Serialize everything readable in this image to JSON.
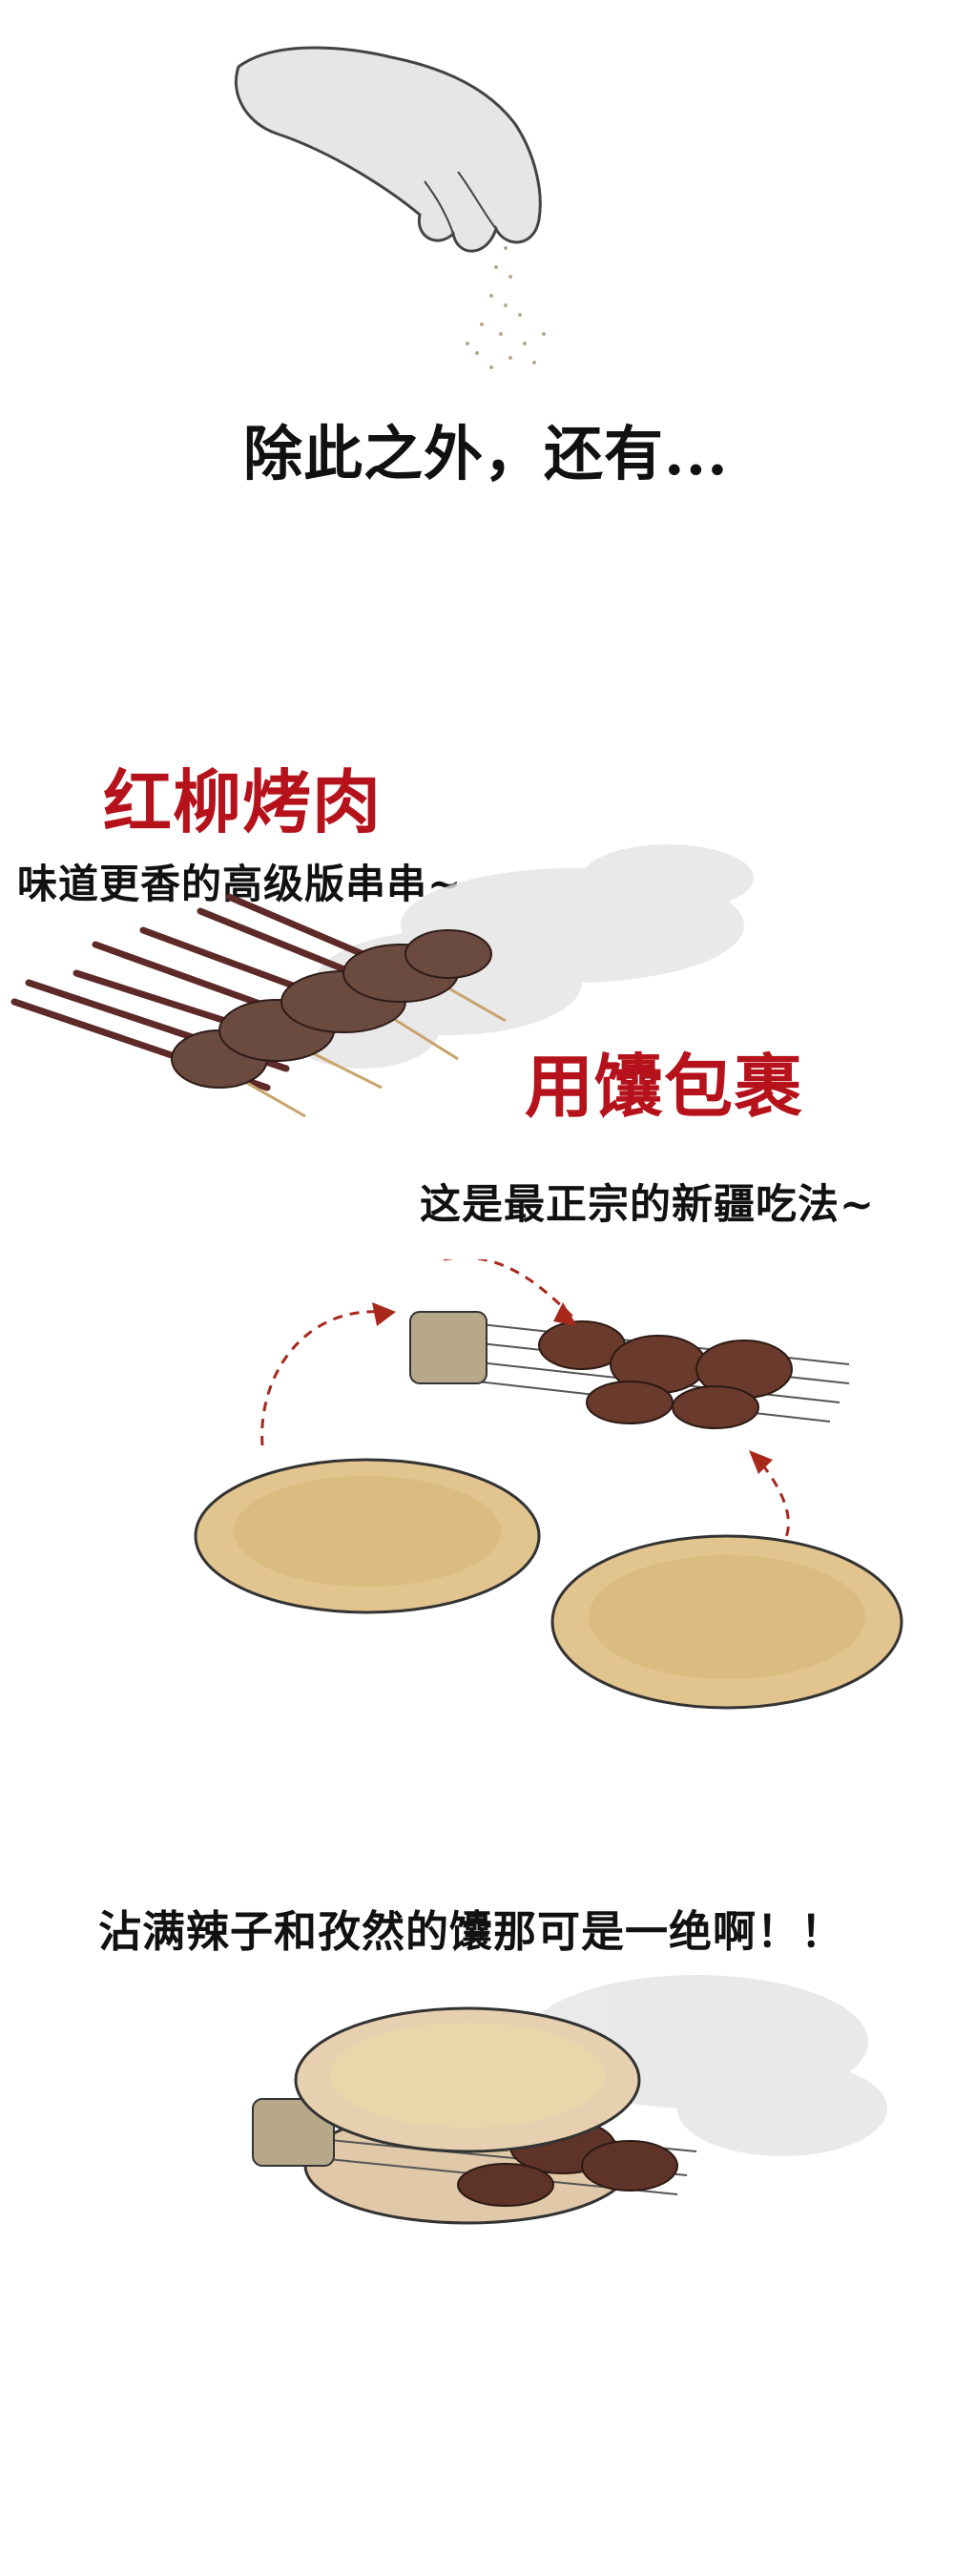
{
  "intro": {
    "text": "除此之外，还有..."
  },
  "sections": [
    {
      "title": "红柳烤肉",
      "subtitle": "味道更香的高级版串串~"
    },
    {
      "title": "用馕包裹",
      "subtitle": "这是最正宗的新疆吃法~"
    }
  ],
  "closing": {
    "text": "沾满辣子和孜然的馕那可是一绝啊！！"
  },
  "colors": {
    "accent": "#b5121b",
    "text": "#111111",
    "meat": "#5a3a32",
    "naan": "#e2c48e"
  }
}
